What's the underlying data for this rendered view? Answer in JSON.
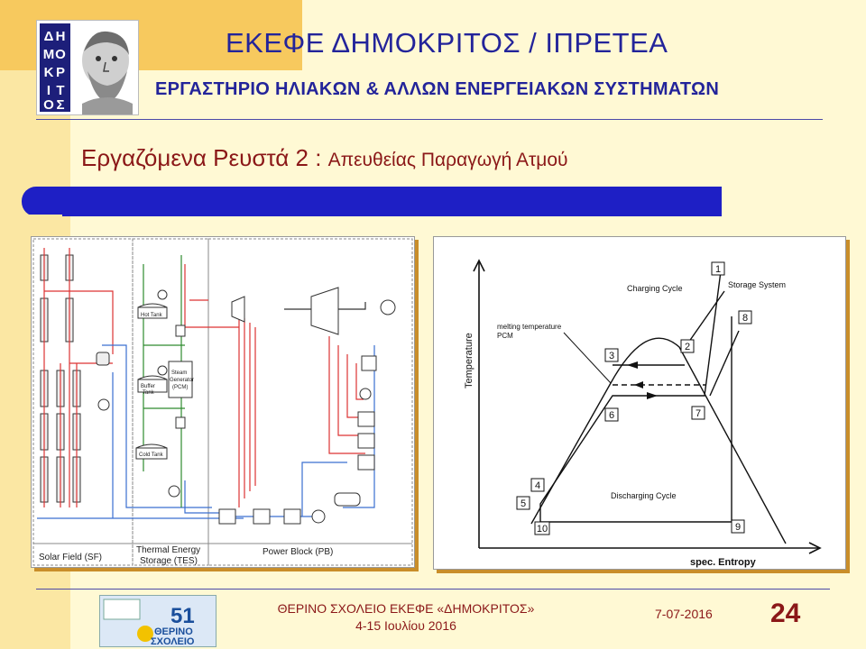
{
  "header": {
    "title": "ΕΚΕΦΕ ΔΗΜΟΚΡΙΤΟΣ / ΙΠΡΕΤΕΑ",
    "subtitle": "ΕΡΓΑΣΤΗΡΙΟ ΗΛΙΑΚΩΝ & ΑΛΛΩΝ ΕΝΕΡΓΕΙΑΚΩΝ ΣΥΣΤΗΜΑΤΩΝ",
    "logo_letters": [
      "Δ",
      "Η",
      "Μ",
      "Ο",
      "Κ",
      "Ρ",
      "Ι",
      "Τ",
      "Ο",
      "Σ"
    ]
  },
  "slide": {
    "heading_main": "Εργαζόμενα Ρευστά 2 :",
    "heading_sub": "Απευθείας Παραγωγή Ατμού"
  },
  "left_diagram": {
    "sections": [
      "Solar Field (SF)",
      "Thermal Energy Storage (TES)",
      "Power Block (PB)"
    ],
    "tes_line1": "Thermal Energy",
    "tes_line2": "Storage (TES)",
    "labels": {
      "hot_tank": "Hot Tank",
      "buffer_tank_1": "Buffer",
      "buffer_tank_2": "Tank",
      "steam_gen_1": "Steam",
      "steam_gen_2": "Generator",
      "steam_gen_3": "(PCM)",
      "cold_tank": "Cold Tank"
    }
  },
  "right_diagram": {
    "y_axis": "Temperature",
    "x_axis": "spec. Entropy",
    "charging": "Charging Cycle",
    "storage": "Storage System",
    "melting_1": "melting temperature",
    "melting_2": "PCM",
    "discharging": "Discharging Cycle",
    "points": [
      "1",
      "2",
      "3",
      "4",
      "5",
      "6",
      "7",
      "8",
      "9",
      "10"
    ]
  },
  "footer": {
    "school_line1": "ΘΕΡΙΝΟ ΣΧΟΛΕΙΟ ΕΚΕΦΕ «ΔΗΜΟΚΡΙΤΟΣ»",
    "school_line2": "4-15 Ιουλίου 2016",
    "date": "7-07-2016",
    "page": "24",
    "logo_number": "51",
    "logo_word1": "ΘΕΡΙΝΟ",
    "logo_word2": "ΣΧΟΛΕΙΟ"
  }
}
